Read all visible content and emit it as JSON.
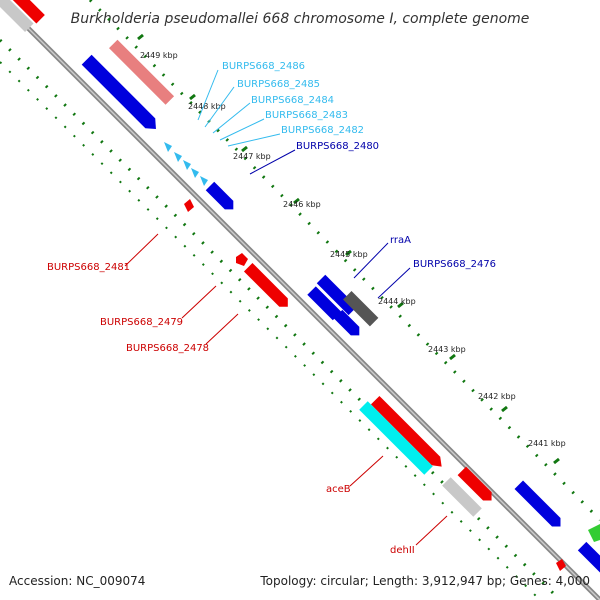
{
  "title": "Burkholderia pseudomallei 668 chromosome I, complete genome",
  "accession": "Accession: NC_009074",
  "topology": "Topology: circular; Length: 3,912,947 bp; Genes: 4,000",
  "colors": {
    "backbone": "#888888",
    "tick": "#117711",
    "forward_label": "#0000aa",
    "forward_label_light": "#33bbee",
    "reverse_label": "#cc0000",
    "gene_red": "#ee0000",
    "gene_pink": "#e87f7f",
    "gene_blue": "#0000dd",
    "gene_cyan": "#00eeee",
    "gene_gray": "#c8c8c8",
    "gene_darkgray": "#555555",
    "gene_green": "#33cc33"
  },
  "kbp_labels": [
    "2449 kbp",
    "2448 kbp",
    "2447 kbp",
    "2446 kbp",
    "2445 kbp",
    "2444 kbp",
    "2443 kbp",
    "2442 kbp",
    "2441 kbp"
  ],
  "gene_labels": [
    {
      "text": "BURPS668_2486",
      "color": "#33bbee"
    },
    {
      "text": "BURPS668_2485",
      "color": "#33bbee"
    },
    {
      "text": "BURPS668_2484",
      "color": "#33bbee"
    },
    {
      "text": "BURPS668_2483",
      "color": "#33bbee"
    },
    {
      "text": "BURPS668_2482",
      "color": "#33bbee"
    },
    {
      "text": "BURPS668_2480",
      "color": "#0000aa"
    },
    {
      "text": "rraA",
      "color": "#0000aa"
    },
    {
      "text": "BURPS668_2476",
      "color": "#0000aa"
    },
    {
      "text": "BURPS668_2481",
      "color": "#cc0000"
    },
    {
      "text": "BURPS668_2479",
      "color": "#cc0000"
    },
    {
      "text": "BURPS668_2478",
      "color": "#cc0000"
    },
    {
      "text": "aceB",
      "color": "#cc0000"
    },
    {
      "text": "dehII",
      "color": "#cc0000"
    }
  ]
}
